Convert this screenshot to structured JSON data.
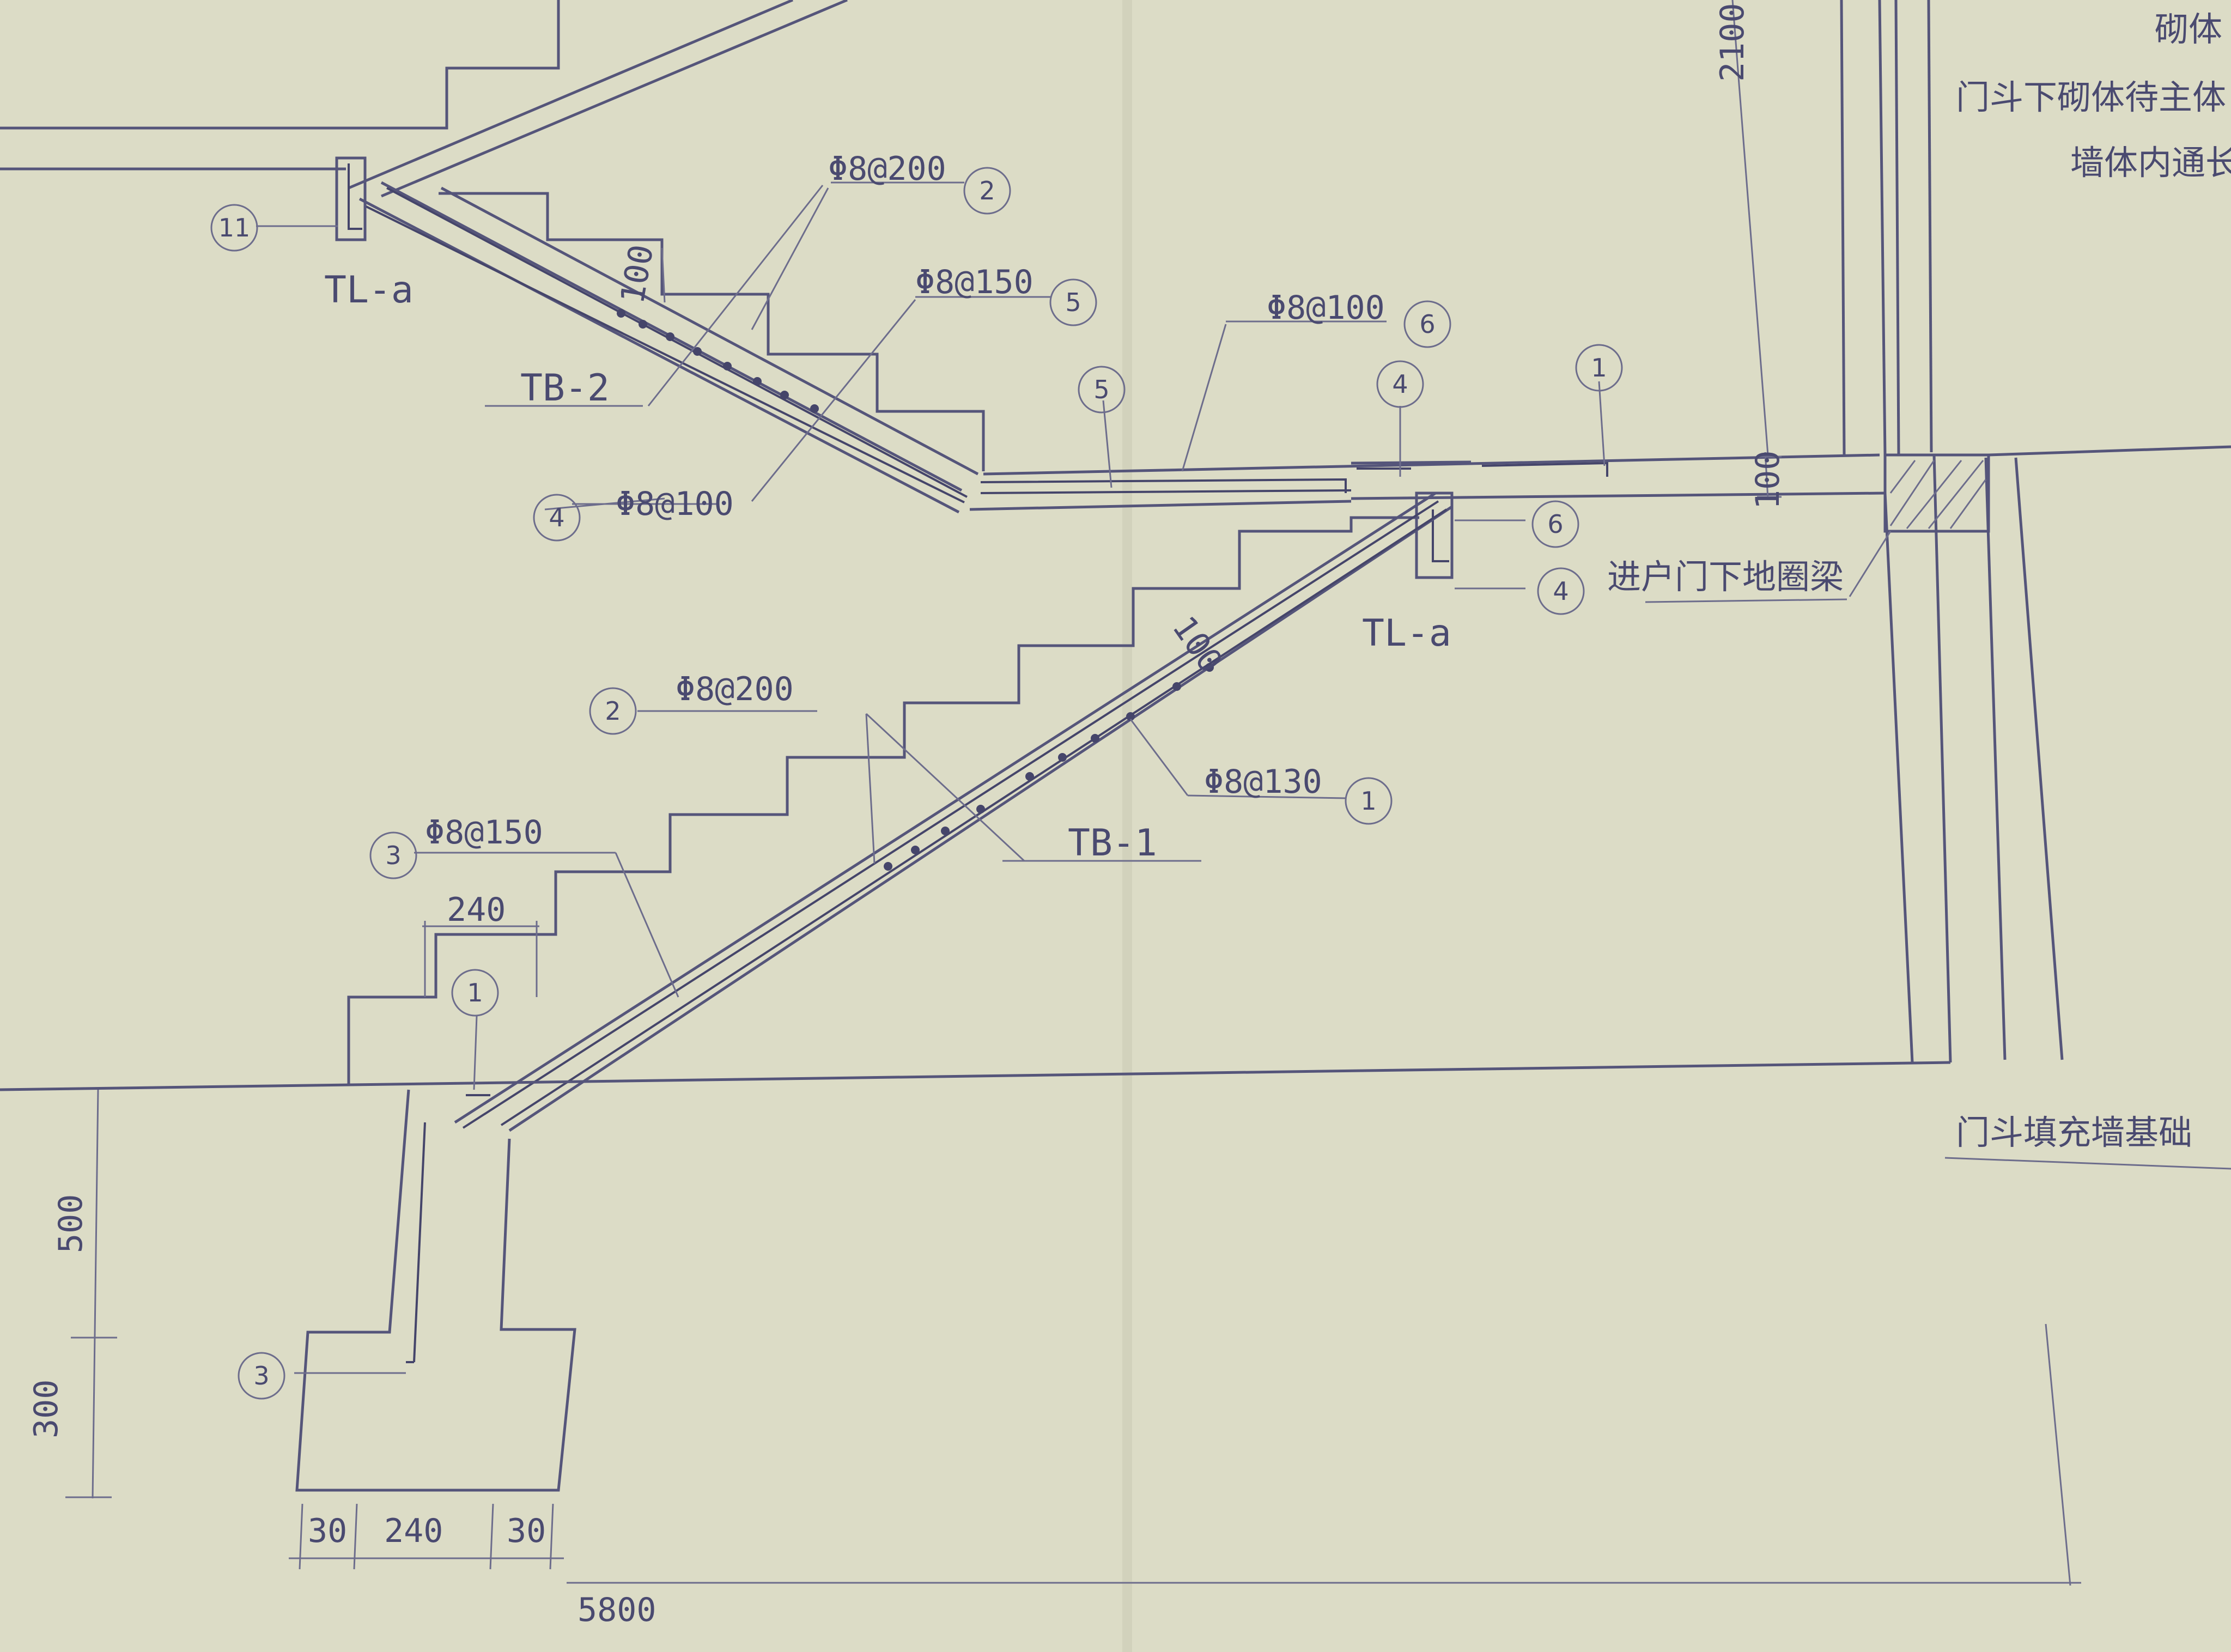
{
  "labels": {
    "tl_a_top": "TL-a",
    "tl_a_mid": "TL-a",
    "tb_2": "TB-2",
    "tb_1": "TB-1",
    "rebar_2_top": "Φ8@200",
    "rebar_5": "Φ8@150",
    "rebar_6": "Φ8@100",
    "rebar_4_top": "Φ8@100",
    "rebar_2_bottom": "Φ8@200",
    "rebar_1": "Φ8@130",
    "rebar_3": "Φ8@150"
  },
  "callouts": {
    "c11": "11",
    "c2_top": "2",
    "c5_top": "5",
    "c6_top": "6",
    "c5_mid": "5",
    "c4_mid": "4",
    "c1_top": "1",
    "c4_left": "4",
    "c6_right": "6",
    "c4_right": "4",
    "c2_bottom": "2",
    "c1_bottom": "1",
    "c3_upper": "3",
    "c1_lower": "1",
    "c3_lower": "3"
  },
  "dimensions": {
    "d2100": "2100",
    "d100_top": "100",
    "d100_landing": "100",
    "d100_lower": "100",
    "d240_top": "240",
    "d500": "500",
    "d300": "300",
    "d30_left": "30",
    "d240_bottom": "240",
    "d30_right": "30",
    "d5800": "5800"
  },
  "notes": {
    "note1": "砌体",
    "note2": "门斗下砌体待主体",
    "note3": "墙体内通长",
    "entrance_beam": "进户门下地圈梁",
    "infill_foundation": "门斗填充墙基础"
  }
}
